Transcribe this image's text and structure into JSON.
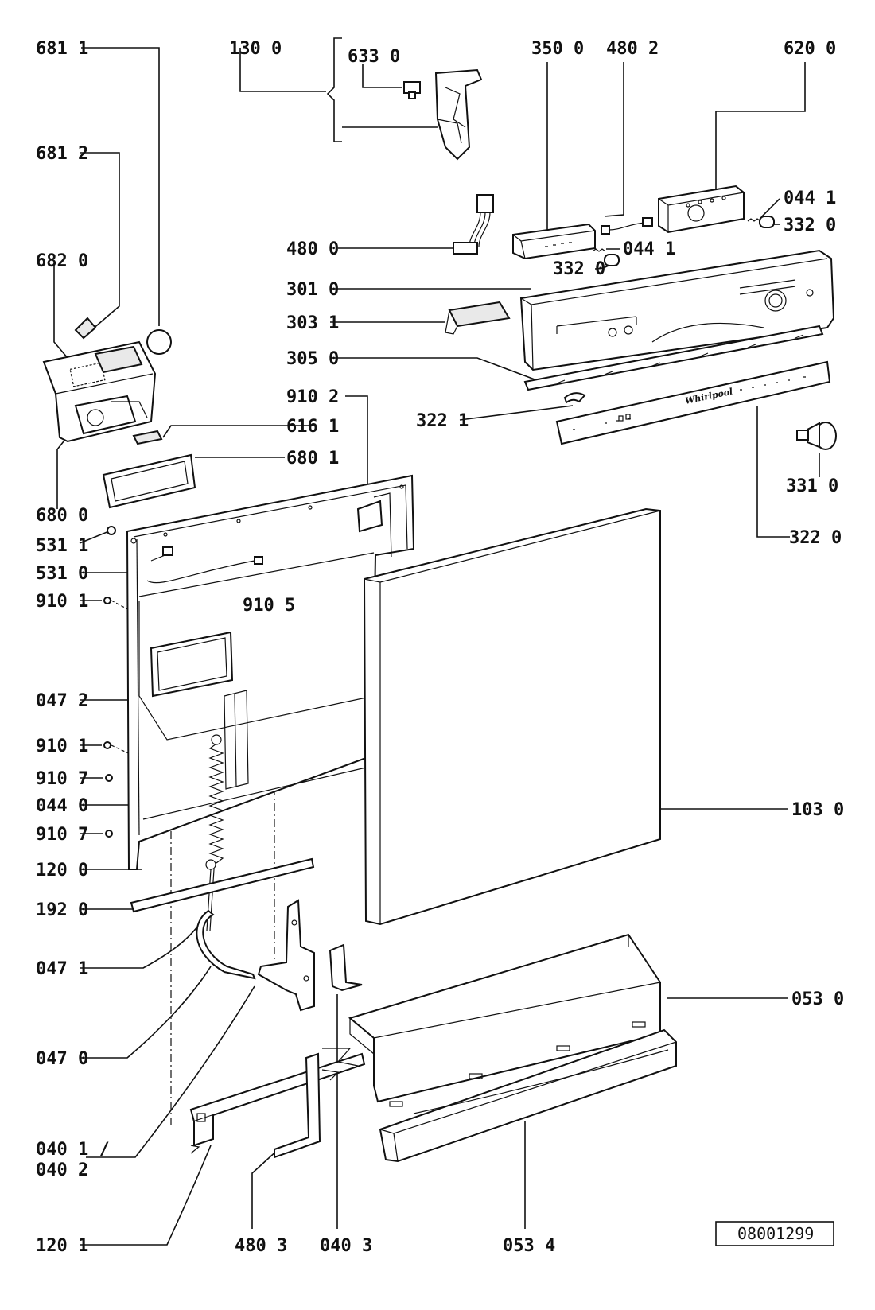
{
  "labels": {
    "p6811": "681 1",
    "p1300": "130 0",
    "p6330": "633 0",
    "p3500": "350 0",
    "p4802": "480 2",
    "p6200": "620 0",
    "p6812": "681 2",
    "p0441a": "044 1",
    "p3320a": "332 0",
    "p4800": "480 0",
    "p0441b": "044 1",
    "p6820": "682 0",
    "p3320b": "332 0",
    "p3010": "301 0",
    "p3031": "303 1",
    "p3050": "305 0",
    "p9102": "910 2",
    "p3221": "322 1",
    "p6161": "616 1",
    "p6801": "680 1",
    "p3310": "331 0",
    "p6800": "680 0",
    "p5311": "531 1",
    "p3220": "322 0",
    "p5310": "531 0",
    "p9101a": "910 1",
    "p9105": "910 5",
    "p0472": "047 2",
    "p9101b": "910 1",
    "p9107a": "910 7",
    "p0440": "044 0",
    "p1030": "103 0",
    "p9107b": "910 7",
    "p1200": "120 0",
    "p1920": "192 0",
    "p0471": "047 1",
    "p0530": "053 0",
    "p0470": "047 0",
    "p0401": "040 1 /",
    "p0402": "040 2",
    "p1201": "120 1",
    "p4803": "480 3",
    "p0403": "040 3",
    "p0534": "053 4"
  },
  "reference_code": "08001299",
  "brand_logo": "Whirlpool",
  "colors": {
    "ink": "#111111",
    "paper": "#ffffff"
  }
}
